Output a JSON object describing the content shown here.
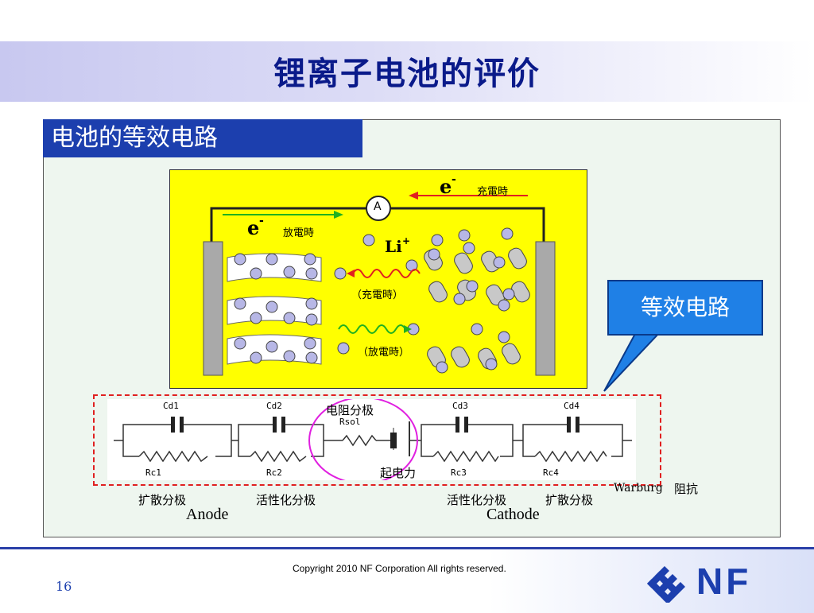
{
  "title": "锂离子电池的评价",
  "panel_header": "电池的等效电路",
  "callout_text": "等效电路",
  "diagram": {
    "electron_sup": "-",
    "electron_symbol": "e",
    "charge_label": "充電時",
    "discharge_label": "放電時",
    "ammeter": "A",
    "li_ion": "Li",
    "li_sup": "+",
    "charge_paren": "（充電時）",
    "discharge_paren": "（放電時）"
  },
  "circuit": {
    "cd1": "Cd1",
    "cd2": "Cd2",
    "cd3": "Cd3",
    "cd4": "Cd4",
    "rc1": "Rc1",
    "rc2": "Rc2",
    "rc3": "Rc3",
    "rc4": "Rc4",
    "rsol": "Rsol",
    "resistance_polarization": "电阻分极",
    "emf": "起电力"
  },
  "labels": {
    "diffusion_left": "扩散分极",
    "activation_left": "活性化分极",
    "activation_right": "活性化分极",
    "diffusion_right": "扩散分极",
    "warburg": "Warburg",
    "warburg_suffix": "阻抗",
    "anode": "Anode",
    "cathode": "Cathode"
  },
  "footer": {
    "copyright": "Copyright 2010  NF Corporation  All rights reserved.",
    "page_number": "16",
    "logo_text": "NF"
  },
  "colors": {
    "title": "#0a1a8a",
    "header_bg": "#1c3fae",
    "diagram_bg": "#ffff00",
    "callout_bg": "#1f80e6",
    "dashed_border": "#e02020",
    "ellipse": "#e020e0"
  }
}
